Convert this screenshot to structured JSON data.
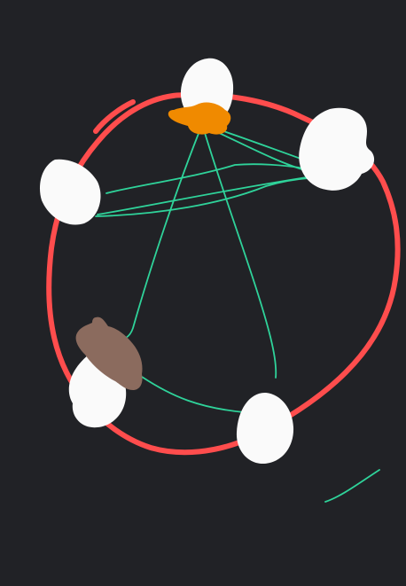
{
  "canvas": {
    "background_color": "#212226"
  },
  "colors": {
    "ring": "#ff4d4d",
    "node": "#fafafa",
    "edge": "#2fd39a",
    "orange_mark": "#f08a00",
    "brown_mark": "#8b6b5e"
  },
  "drawing": {
    "nodes": [
      {
        "name": "node-top"
      },
      {
        "name": "node-top-right"
      },
      {
        "name": "node-left"
      },
      {
        "name": "node-bottom-left"
      },
      {
        "name": "node-bottom-right"
      }
    ],
    "edges": [
      {
        "name": "edge-top-to-top-right-a"
      },
      {
        "name": "edge-top-to-top-right-b"
      },
      {
        "name": "edge-left-to-top-right-a"
      },
      {
        "name": "edge-left-to-top-right-b"
      },
      {
        "name": "edge-left-to-top-right-c"
      },
      {
        "name": "edge-top-to-brown-mark"
      },
      {
        "name": "edge-top-to-bottom-right"
      },
      {
        "name": "edge-brown-mark-to-bottom-right"
      },
      {
        "name": "stray-stroke"
      }
    ],
    "marks": [
      {
        "name": "orange-scribble"
      },
      {
        "name": "brown-scribble"
      }
    ]
  }
}
